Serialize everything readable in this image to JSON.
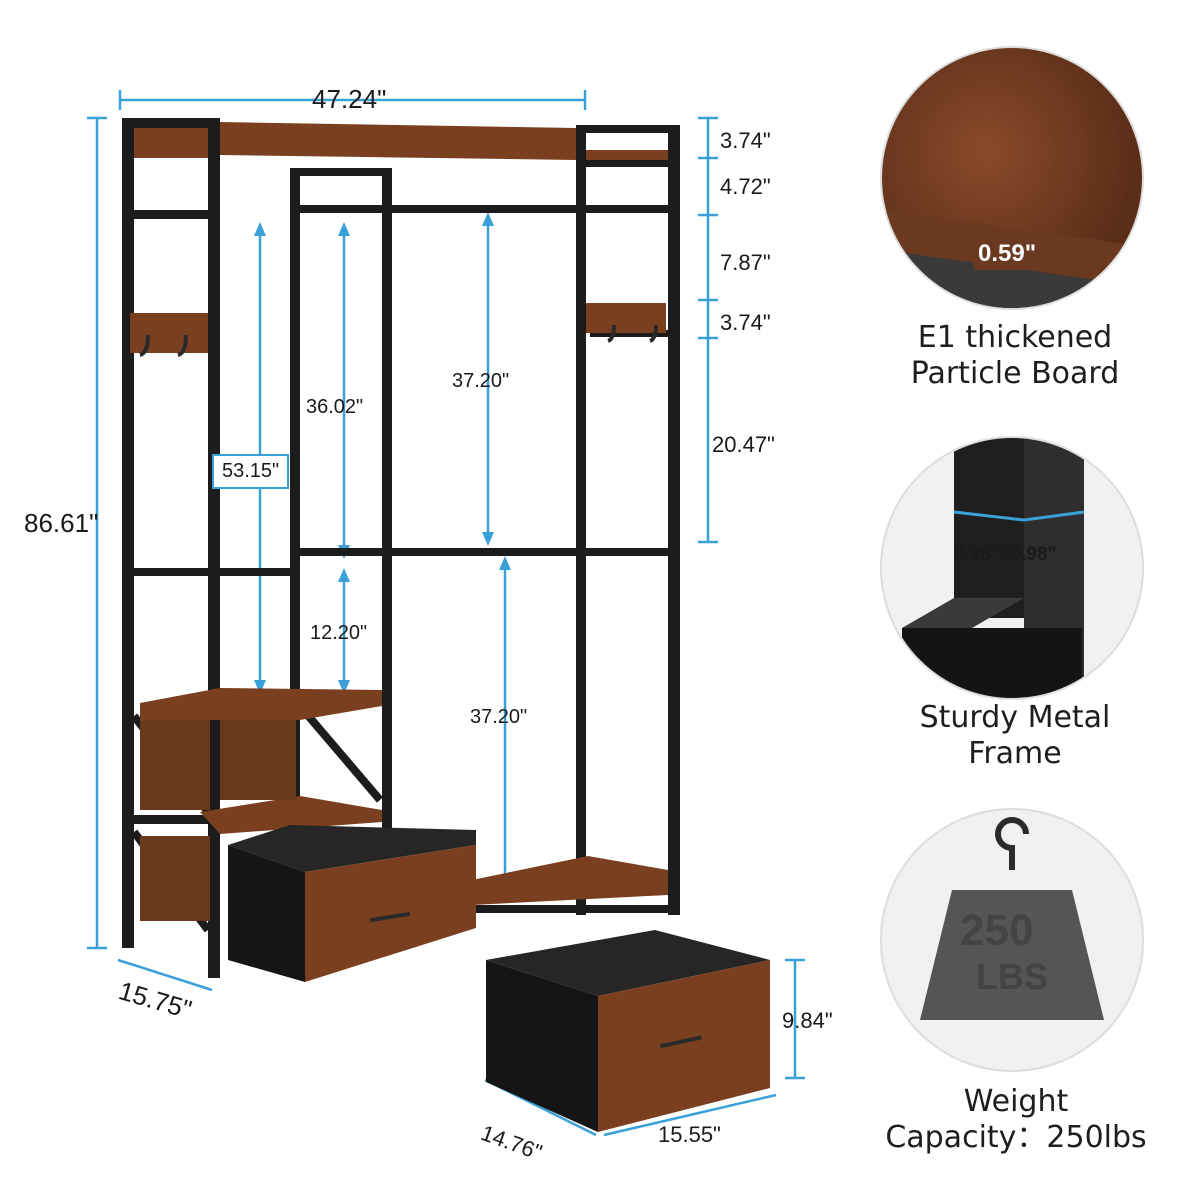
{
  "dimensions": {
    "width": "47.24\"",
    "height": "86.61\"",
    "depth": "15.75\"",
    "top_3_74": "3.74\"",
    "top_4_72": "4.72\"",
    "gap_7_87": "7.87\"",
    "hook_3_74": "3.74\"",
    "side_20_47": "20.47\"",
    "left_53_15": "53.15\"",
    "mid_36_02": "36.02\"",
    "rail_37_20_top": "37.20\"",
    "mid_12_20": "12.20\"",
    "rail_37_20_bottom": "37.20\"",
    "drawer_height": "9.84\"",
    "drawer_depth": "14.76\"",
    "drawer_width": "15.55\""
  },
  "features": {
    "board": {
      "thickness": "0.59\"",
      "caption_line1": "E1 thickened",
      "caption_line2": "Particle Board"
    },
    "frame": {
      "tube_size": "0.98\"x0.98\"",
      "caption_line1": "Sturdy Metal",
      "caption_line2": "Frame"
    },
    "weight": {
      "number": "250",
      "unit": "LBS",
      "caption_line1": "Weight",
      "caption_line2": "Capacity：250lbs"
    }
  },
  "colors": {
    "dimension_line": "#3aa0d8",
    "frame": "#1c1c1c",
    "wood": "#7a3f1f"
  }
}
